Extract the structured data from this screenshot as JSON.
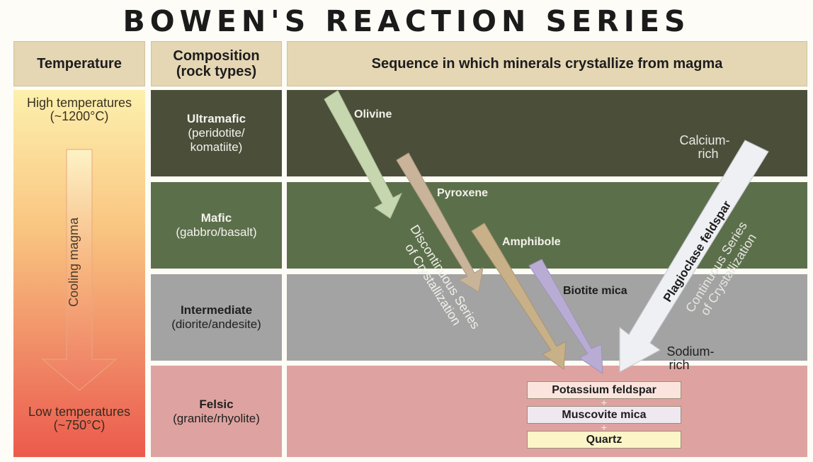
{
  "title": "BOWEN'S REACTION SERIES",
  "headers": {
    "temperature": "Temperature",
    "composition_line1": "Composition",
    "composition_line2": "(rock types)",
    "sequence": "Sequence in which minerals crystallize from magma"
  },
  "temperature": {
    "high_line1": "High temperatures",
    "high_line2": "(~1200°C)",
    "cooling": "Cooling magma",
    "low_line1": "Low temperatures",
    "low_line2": "(~750°C)"
  },
  "rows": [
    {
      "name": "Ultramafic",
      "sub1": "(peridotite/",
      "sub2": "komatiite)",
      "color": "#4b4f3a"
    },
    {
      "name": "Mafic",
      "sub1": "(gabbro/basalt)",
      "sub2": "",
      "color": "#5c6f4b"
    },
    {
      "name": "Intermediate",
      "sub1": "(diorite/andesite)",
      "sub2": "",
      "color": "#a3a3a3"
    },
    {
      "name": "Felsic",
      "sub1": "(granite/rhyolite)",
      "sub2": "",
      "color": "#dea3a0"
    }
  ],
  "minerals": {
    "olivine": "Olivine",
    "pyroxene": "Pyroxene",
    "amphibole": "Amphibole",
    "biotite": "Biotite mica",
    "plagioclase": "Plagioclase feldspar",
    "calcium_line1": "Calcium-",
    "calcium_line2": "rich",
    "sodium_line1": "Sodium-",
    "sodium_line2": "rich"
  },
  "series": {
    "discontinuous_line1": "Discontinuous Series",
    "discontinuous_line2": "of Crystallization",
    "continuous_line1": "Continuous Series",
    "continuous_line2": "of Crystallization"
  },
  "products": {
    "potassium": "Potassium feldspar",
    "muscovite": "Muscovite mica",
    "quartz": "Quartz",
    "plus": "+"
  },
  "colors": {
    "olivine_arrow": "#c6d7b0",
    "pyroxene_arrow": "#c9b49a",
    "amphibole_arrow": "#c8b088",
    "biotite_arrow": "#b9acd4",
    "plagioclase_arrow": "#eef0f4",
    "header": "#e5d6b4",
    "potassium_box": "#fbe4dd",
    "muscovite_box": "#f0e8f0",
    "quartz_box": "#fbf5c8"
  }
}
